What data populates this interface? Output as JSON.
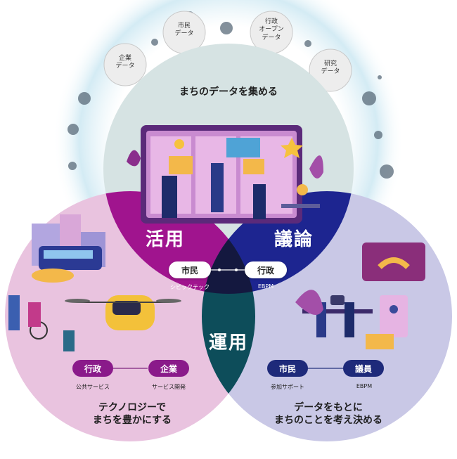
{
  "sources": {
    "company": "企業\nデータ",
    "citizen": "市民\nデータ",
    "open": "行政\nオープン\nデータ",
    "research": "研究\nデータ"
  },
  "top_title": "まちのデータを集める",
  "big_labels": {
    "use": "活用",
    "discuss": "議論",
    "operate": "運用"
  },
  "center_pair": {
    "left_pill": "市民",
    "right_pill": "行政",
    "left_sub": "シビックテック",
    "right_sub": "EBPM"
  },
  "left_pair": {
    "left_pill": "行政",
    "right_pill": "企業",
    "left_sub": "公共サービス",
    "right_sub": "サービス開発"
  },
  "right_pair": {
    "left_pill": "市民",
    "right_pill": "議員",
    "left_sub": "参加サポート",
    "right_sub": "EBPM"
  },
  "left_title": "テクノロジーで\nまちを豊かにする",
  "right_title": "データをもとに\nまちのことを考え決める",
  "colors": {
    "top_circle": "#d6e3e3",
    "left_circle": "#e9c3df",
    "right_circle": "#c9c8e6",
    "magenta": "#a0148e",
    "navy": "#1d2590",
    "teal": "#0d4d5a",
    "center": "#14183f"
  }
}
